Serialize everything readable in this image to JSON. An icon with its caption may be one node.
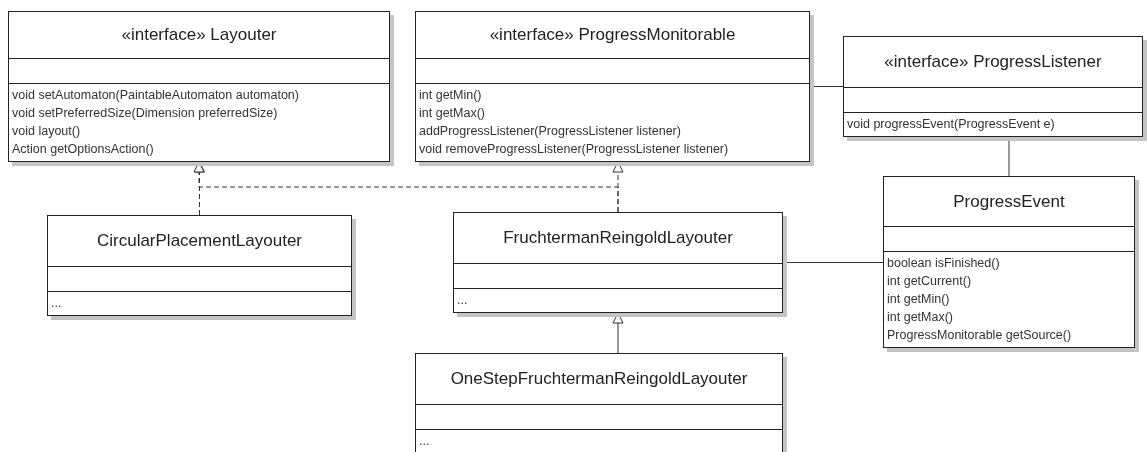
{
  "diagram": {
    "nodes": [
      {
        "text": [
          "«interface» Layouter",
          "void setAutomaton(PaintableAutomaton automaton)",
          "void setPreferredSize(Dimension preferredSize)",
          "void layout()",
          "Action getOptionsAction()"
        ]
      },
      {
        "text": [
          "«interface» ProgressMonitorable",
          "int getMin()",
          "int getMax()",
          "addProgressListener(ProgressListener listener)",
          "void removeProgressListener(ProgressListener listener)"
        ]
      },
      {
        "text": [
          "«interface» ProgressListener",
          "void progressEvent(ProgressEvent e)"
        ]
      },
      {
        "text": [
          "CircularPlacementLayouter",
          "..."
        ]
      },
      {
        "text": [
          "FruchtermanReingoldLayouter",
          "..."
        ]
      },
      {
        "text": [
          "ProgressEvent",
          "boolean isFinished()",
          "int getCurrent()",
          "int getMin()",
          "int getMax()",
          "ProgressMonitorable getSource()"
        ]
      },
      {
        "text": [
          "OneStepFruchtermanReingoldLayouter",
          "..."
        ]
      }
    ],
    "edges": [
      {
        "from": 3,
        "to": 0,
        "arrow": "to",
        "style": "dashed"
      },
      {
        "from": 4,
        "to": 0,
        "arrow": "to",
        "style": "dashed"
      },
      {
        "from": 4,
        "to": 1,
        "arrow": "to",
        "style": "dashed"
      },
      {
        "from": 1,
        "to": 2,
        "arrow": "none"
      },
      {
        "from": 2,
        "to": 5,
        "arrow": "none"
      },
      {
        "from": 4,
        "to": 5,
        "arrow": "none"
      },
      {
        "from": 6,
        "to": 4,
        "arrow": "to"
      }
    ]
  }
}
